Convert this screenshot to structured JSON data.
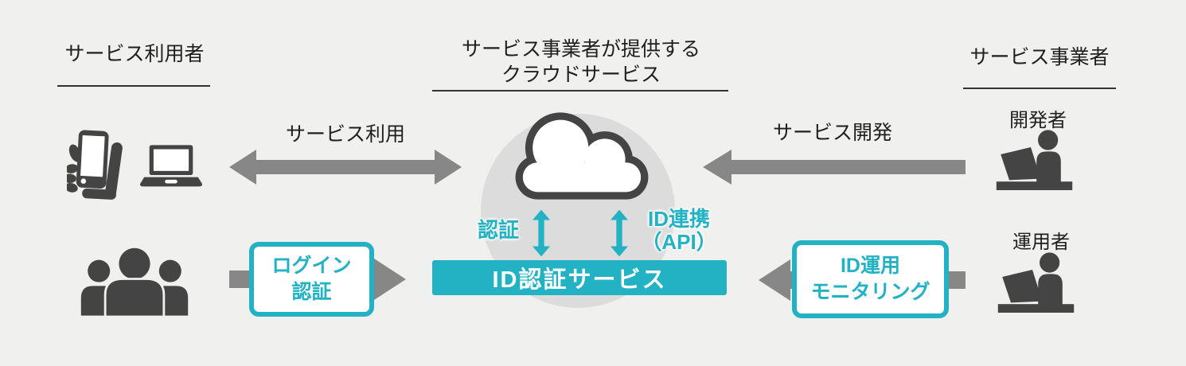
{
  "colors": {
    "bg": "#f0f0ee",
    "teal": "#22b2c4",
    "dark": "#444444",
    "arrow": "#878787",
    "circle": "#dcdcdc",
    "ink": "#1f1f1f"
  },
  "headers": {
    "users": "サービス利用者",
    "cloud_line1": "サービス事業者が提供する",
    "cloud_line2": "クラウドサービス",
    "provider": "サービス事業者"
  },
  "labels": {
    "service_use": "サービス利用",
    "service_dev": "サービス開発",
    "auth": "認証",
    "id_link_line1": "ID連携",
    "id_link_line2": "（API）",
    "developer": "開発者",
    "operator": "運用者"
  },
  "boxes": {
    "login_line1": "ログイン",
    "login_line2": "認証",
    "id_service": "ID認証サービス",
    "ops_line1": "ID運用",
    "ops_line2": "モニタリング"
  },
  "icons": {
    "left_devices": [
      "smartphone-in-hand-icon",
      "laptop-icon"
    ],
    "left_users": "user-group-icon",
    "center": "cloud-icon",
    "right_people": [
      "person-at-desk-icon",
      "person-at-desk-icon"
    ]
  }
}
